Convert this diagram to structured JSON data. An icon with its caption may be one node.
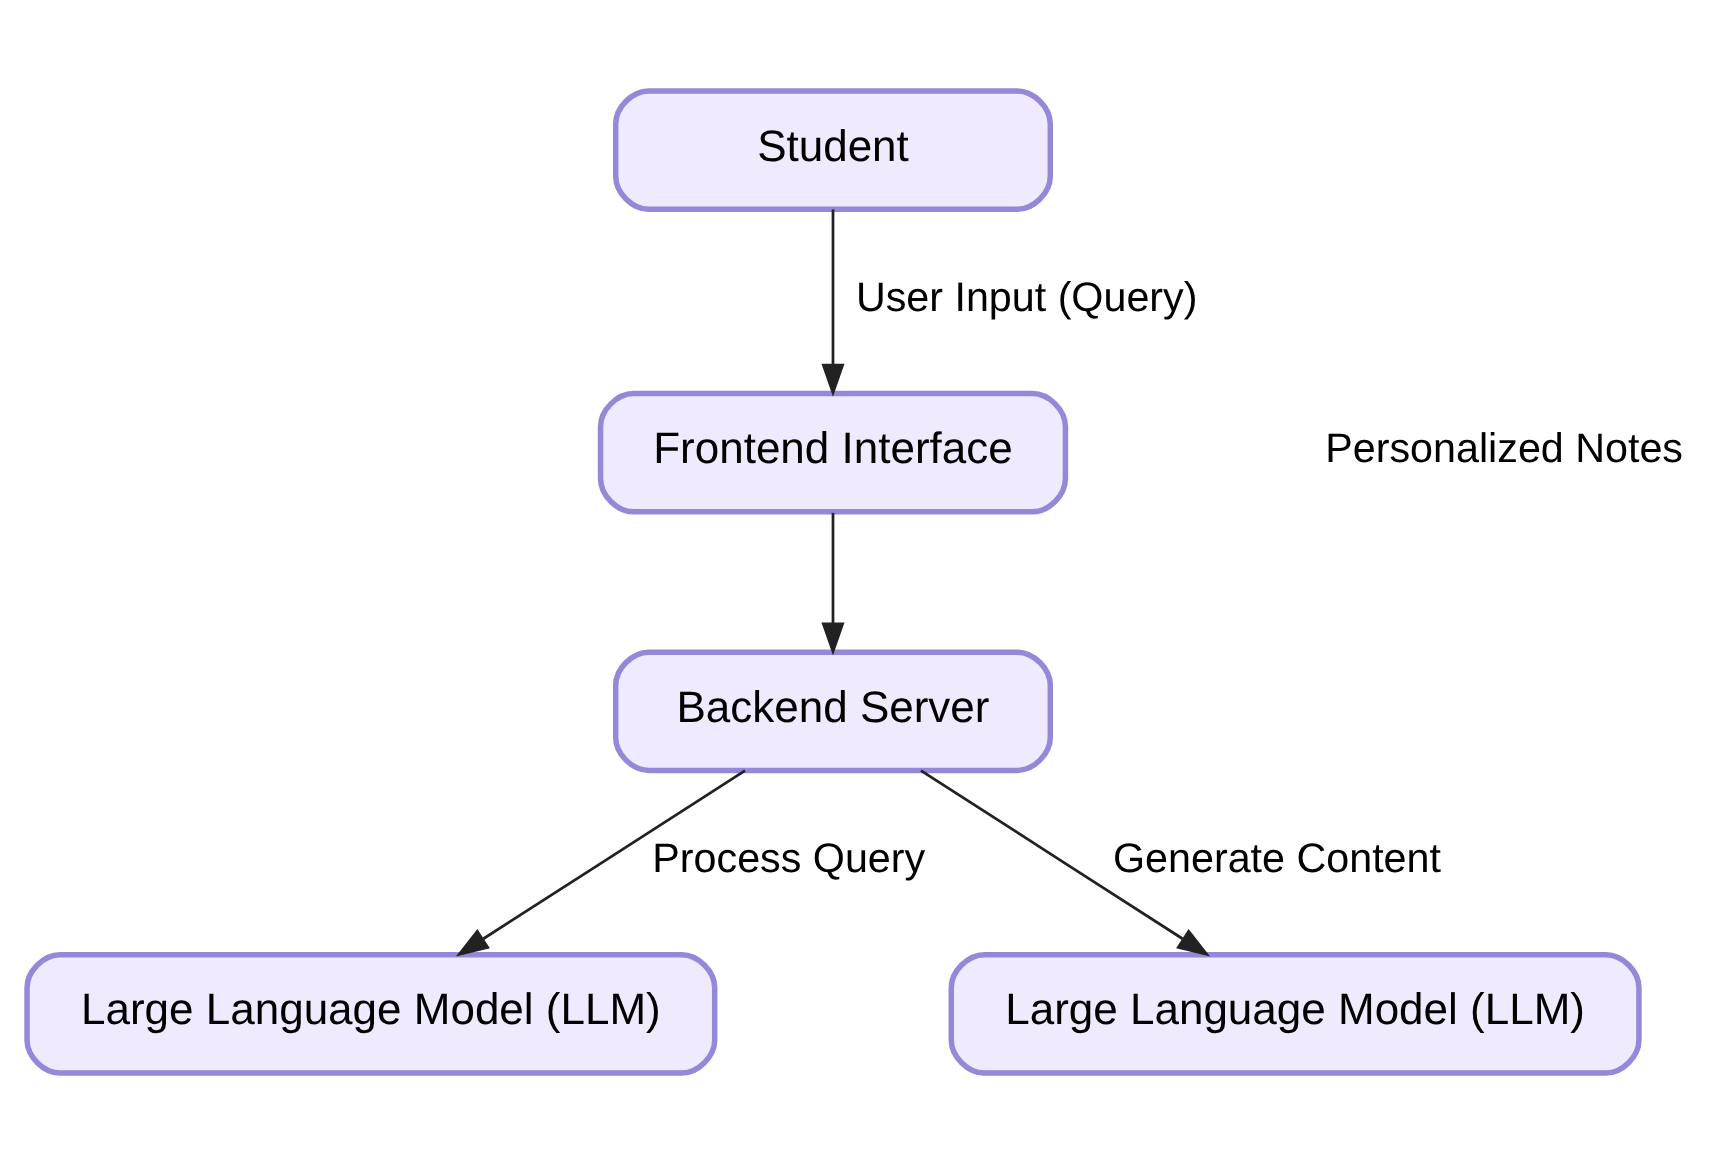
{
  "diagram": {
    "nodes": [
      {
        "text": [
          "Student"
        ]
      },
      {
        "text": [
          "Frontend Interface"
        ]
      },
      {
        "text": [
          "Backend Server"
        ]
      },
      {
        "text": [
          "Large Language Model (LLM)"
        ]
      },
      {
        "text": [
          "Large Language Model (LLM)"
        ]
      }
    ],
    "edges": [
      {
        "from": 0,
        "to": 1,
        "arrow": "to",
        "label": "User Input (Query)"
      },
      {
        "from": 1,
        "to": 2,
        "arrow": "to"
      },
      {
        "from": 2,
        "to": 3,
        "arrow": "to",
        "label": "Process Query"
      },
      {
        "from": 2,
        "to": 4,
        "arrow": "to",
        "label": "Generate Content"
      }
    ],
    "labels": [
      "Personalized Notes"
    ]
  }
}
